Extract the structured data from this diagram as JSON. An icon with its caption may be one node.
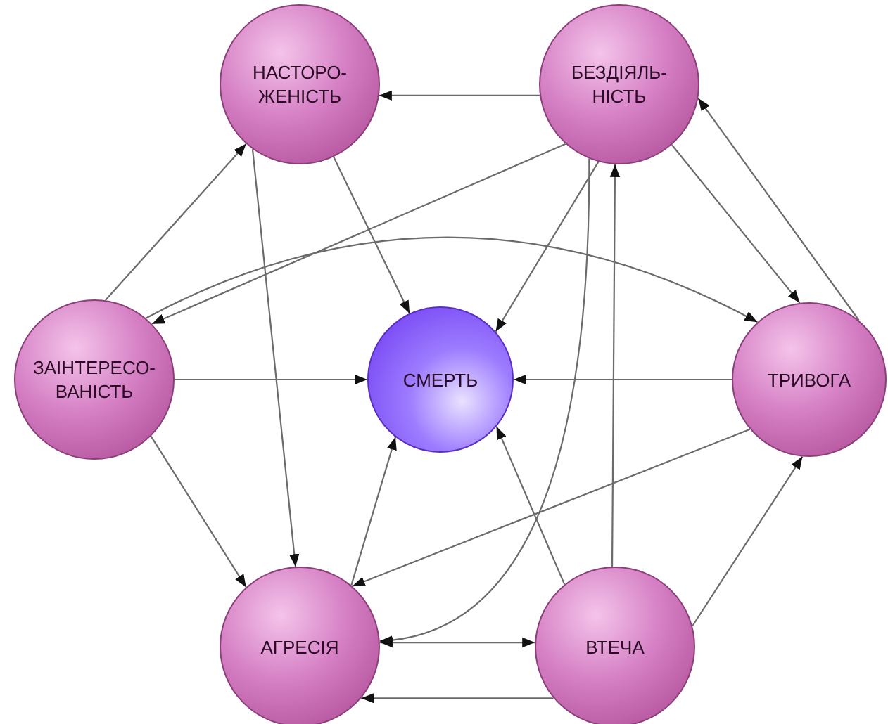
{
  "diagram": {
    "nodes": [
      {
        "text": [
          "НАСТОРО-ЖЕНІСТЬ"
        ]
      },
      {
        "text": [
          "БЕЗДІЯЛЬ-НІСТЬ"
        ]
      },
      {
        "text": [
          "ЗАІНТЕРЕСО-ВАНІСТЬ"
        ]
      },
      {
        "text": [
          "СМЕРТЬ"
        ]
      },
      {
        "text": [
          "ТРИВОГА"
        ]
      },
      {
        "text": [
          "АГРЕСІЯ"
        ]
      },
      {
        "text": [
          "ВТЕЧА"
        ]
      }
    ],
    "edges": [
      {
        "from": 1,
        "to": 0,
        "arrow": "to"
      },
      {
        "from": 2,
        "to": 0,
        "arrow": "to"
      },
      {
        "from": 0,
        "to": 3,
        "arrow": "to"
      },
      {
        "from": 0,
        "to": 5,
        "arrow": "to"
      },
      {
        "from": 1,
        "to": 2,
        "arrow": "to"
      },
      {
        "from": 2,
        "to": 4,
        "arrow": "to"
      },
      {
        "from": 1,
        "to": 3,
        "arrow": "to"
      },
      {
        "from": 1,
        "to": 4,
        "arrow": "to"
      },
      {
        "from": 4,
        "to": 1,
        "arrow": "to"
      },
      {
        "from": 1,
        "to": 5,
        "arrow": "to"
      },
      {
        "from": 5,
        "to": 6,
        "arrow": "both"
      },
      {
        "from": 6,
        "to": 5,
        "arrow": "to"
      },
      {
        "from": 6,
        "to": 1,
        "arrow": "to"
      },
      {
        "from": 6,
        "to": 3,
        "arrow": "to"
      },
      {
        "from": 6,
        "to": 4,
        "arrow": "to"
      },
      {
        "from": 4,
        "to": 3,
        "arrow": "to"
      },
      {
        "from": 4,
        "to": 5,
        "arrow": "to"
      },
      {
        "from": 2,
        "to": 3,
        "arrow": "to"
      },
      {
        "from": 2,
        "to": 5,
        "arrow": "to"
      },
      {
        "from": 5,
        "to": 3,
        "arrow": "to"
      }
    ]
  }
}
